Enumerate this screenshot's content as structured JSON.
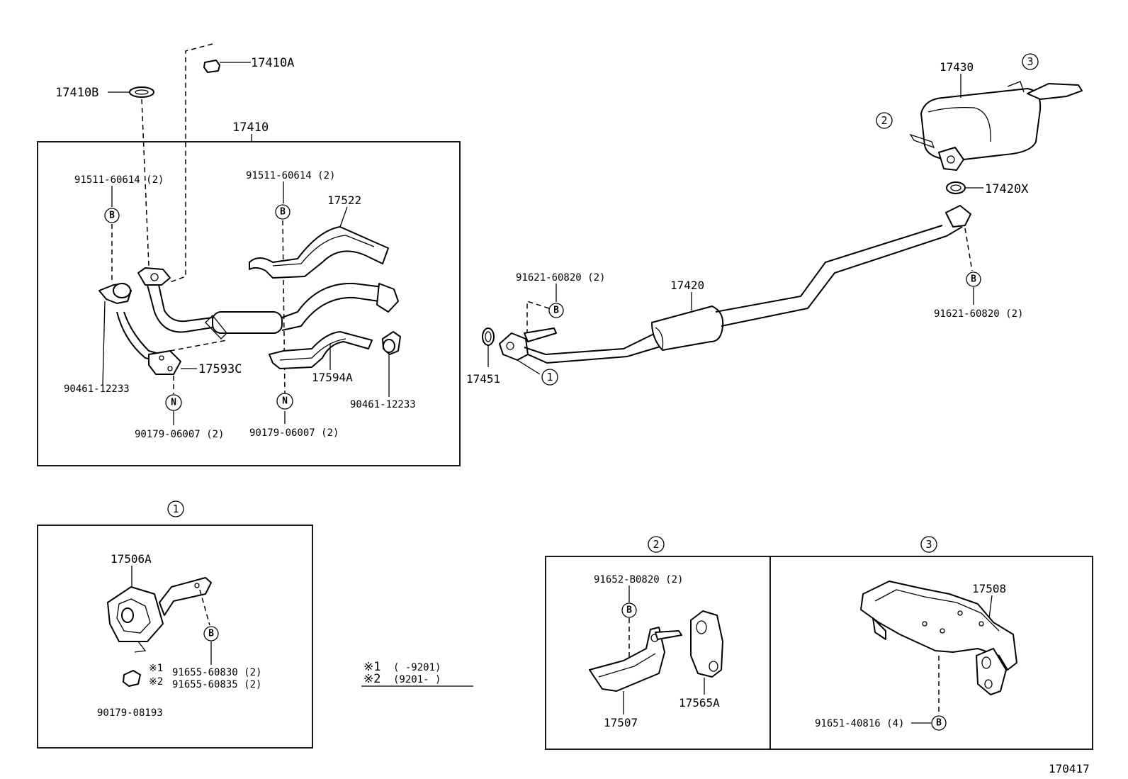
{
  "diagram_id": "170417",
  "circled_refs": {
    "one": "1",
    "two": "2",
    "three": "3"
  },
  "callout_letters": {
    "bolt": "B",
    "nut": "N"
  },
  "legend": {
    "mark1": "※1",
    "mark1_range": "(      -9201)",
    "mark2": "※2",
    "mark2_range": "(9201-        )"
  },
  "labels": {
    "p17410A": "17410A",
    "p17410B": "17410B",
    "p17410": "17410",
    "p91511_left": "91511-60614 (2)",
    "p91511_right": "91511-60614 (2)",
    "p17522": "17522",
    "p17593C": "17593C",
    "p17594A": "17594A",
    "p90461_left": "90461-12233",
    "p90461_right": "90461-12233",
    "p90179_left": "90179-06007 (2)",
    "p90179_right": "90179-06007 (2)",
    "p17430": "17430",
    "p17420X": "17420X",
    "p91621_front": "91621-60820 (2)",
    "p91621_rear": "91621-60820 (2)",
    "p17420": "17420",
    "p17451": "17451",
    "p17506A": "17506A",
    "p91655_60830": "91655-60830 (2)",
    "p91655_60835": "91655-60835 (2)",
    "p90179_08193": "90179-08193",
    "p91652": "91652-B0820 (2)",
    "p17507": "17507",
    "p17565A": "17565A",
    "p17508": "17508",
    "p91651": "91651-40816 (4)"
  }
}
